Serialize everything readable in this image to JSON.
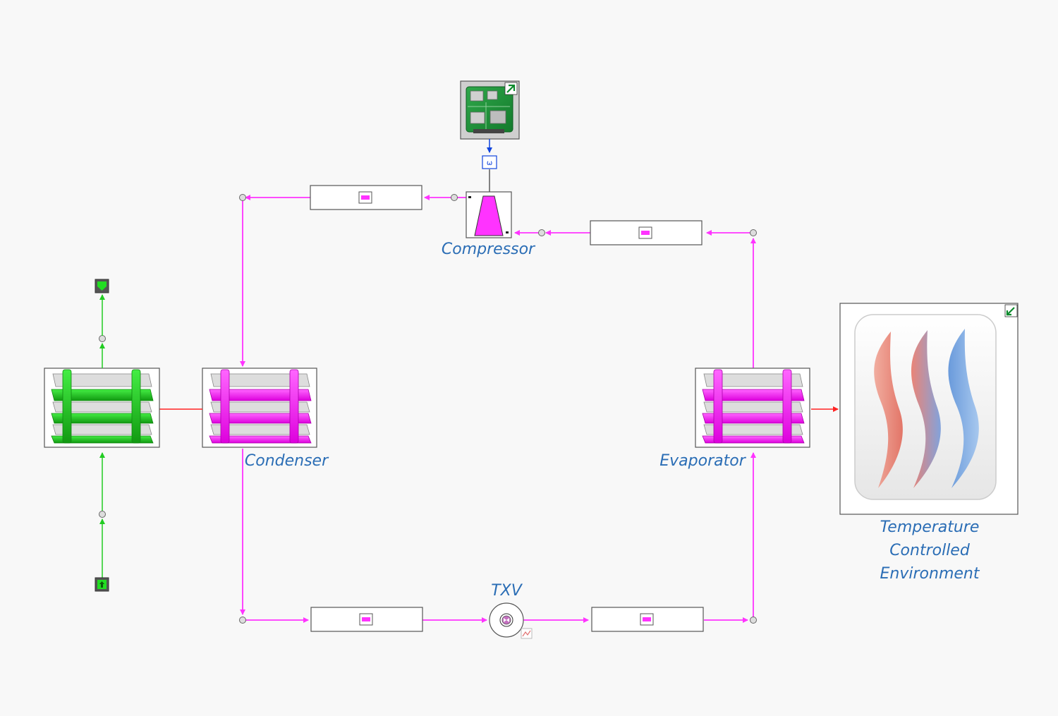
{
  "colors": {
    "refrigerant": "#ff33ff",
    "coolant": "#22cc22",
    "heat": "#ff2222",
    "signal": "#1144dd",
    "label": "#2a6db5",
    "component_border": "#555555"
  },
  "labels": {
    "compressor": "Compressor",
    "condenser": "Condenser",
    "evaporator": "Evaporator",
    "txv": "TXV",
    "environment": [
      "Temperature",
      "Controlled",
      "Environment"
    ]
  },
  "icons": {
    "controller": "circuit-board-icon",
    "signal_converter": "signal-converter-icon",
    "compressor": "compressor-icon",
    "condenser": "heat-exchanger-icon",
    "evaporator": "heat-exchanger-icon",
    "coolant_exchanger": "heat-exchanger-icon",
    "txv": "expansion-valve-icon",
    "pipe": "pipe-icon",
    "environment": "heat-wave-icon",
    "boundary_top": "flow-sink-icon",
    "boundary_bottom": "flow-source-icon"
  }
}
